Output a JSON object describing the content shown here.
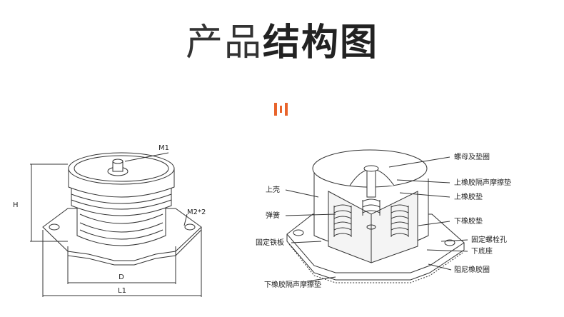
{
  "header": {
    "title_light": "产品",
    "title_bold": "结构图",
    "accent_color": "#e8642c"
  },
  "left_diagram": {
    "labels": {
      "m1": "M1",
      "m2": "M2*2",
      "h": "H",
      "d": "D",
      "l1": "L1"
    }
  },
  "right_diagram": {
    "labels": {
      "nut": "螺母及垫圈",
      "upper_sound_pad": "上橡胶隔声摩擦垫",
      "upper_rubber_pad": "上橡胶垫",
      "upper_shell": "上壳",
      "spring": "弹簧",
      "lower_rubber_pad": "下橡胶垫",
      "fixing_bolt_hole": "固定螺栓孔",
      "fixing_iron_plate": "固定铁板",
      "lower_base": "下底座",
      "damping_ring": "阻尼橡胶圈",
      "lower_sound_pad": "下橡胶隔声摩擦垫"
    }
  }
}
